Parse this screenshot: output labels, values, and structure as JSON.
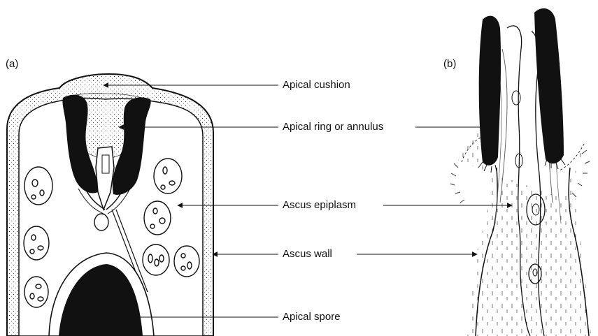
{
  "panels": {
    "a": "(a)",
    "b": "(b)"
  },
  "labels": {
    "apical_cushion": "Apical cushion",
    "apical_ring": "Apical ring or annulus",
    "ascus_epiplasm": "Ascus epiplasm",
    "ascus_wall": "Ascus wall",
    "apical_spore": "Apical spore"
  },
  "colors": {
    "ink": "#111111",
    "paper": "#ffffff"
  }
}
